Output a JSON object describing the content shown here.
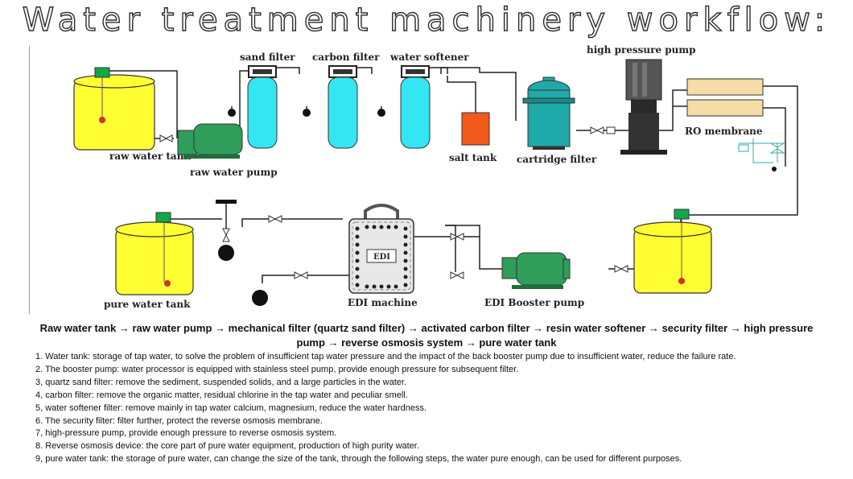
{
  "title": "Water treatment machinery workflow:",
  "diagram": {
    "labels": {
      "sand_filter": "sand filter",
      "carbon_filter": "carbon filter",
      "water_softener": "water softener",
      "high_pressure_pump": "high pressure pump",
      "raw_water_tank": "raw water tank",
      "raw_water_pump": "raw water pump",
      "salt_tank": "salt tank",
      "cartridge_filter": "cartridge filter",
      "ro_membrane": "RO membrane",
      "pure_water_tank": "pure water tank",
      "edi_machine": "EDI machine",
      "edi_booster_pump": "EDI Booster pump",
      "edi_panel": "EDI"
    },
    "colors": {
      "tank_yellow": "#ffff33",
      "filter_cyan": "#33e6f2",
      "pump_green": "#2e9e5a",
      "salt_orange": "#f25a1c",
      "cartridge_teal": "#1fa9a8",
      "membrane_tan": "#f6dca6",
      "valve_green": "#11a84a"
    }
  },
  "summary": "Raw water tank → raw water pump → mechanical filter (quartz sand filter) → activated carbon filter → resin water softener → security filter → high pressure pump → reverse osmosis system → pure water tank",
  "notes": [
    "1. Water tank: storage of tap water, to solve the problem of insufficient tap water pressure and the impact of the back booster pump due to insufficient water, reduce the failure rate.",
    "2. The booster pump: water processor is equipped with stainless steel pump, provide enough pressure for subsequent filter.",
    "3, quartz sand filter: remove the sediment, suspended solids, and a large particles in the water.",
    "4, carbon filter: remove the organic matter, residual chlorine in the tap water and peculiar smell.",
    "5, water softener filter: remove mainly in tap water calcium, magnesium, reduce the water hardness.",
    "6. The security filter: filter further, protect the reverse osmosis membrane.",
    "7, high-pressure pump, provide enough pressure to reverse osmosis system.",
    "8. Reverse osmosis device: the core part of pure water equipment, production of high purity water.",
    "9, pure water tank: the storage of pure water, can change the size of the tank, through the following steps, the water pure enough, can be used for different purposes."
  ]
}
